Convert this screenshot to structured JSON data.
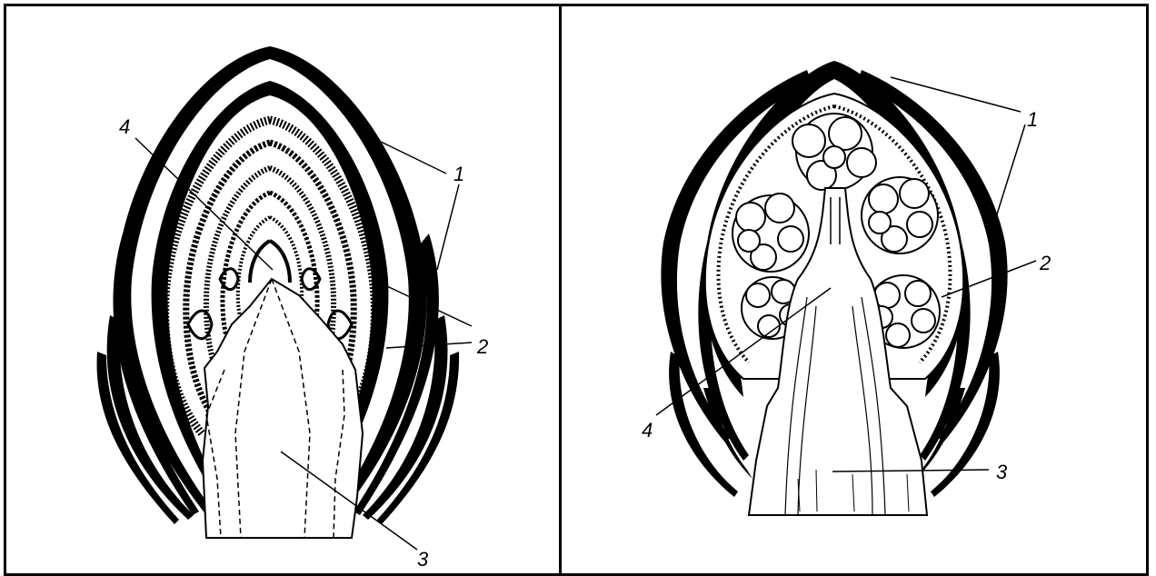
{
  "left_panel": {
    "labels": {
      "l1": "1",
      "l2": "2",
      "l3": "3",
      "l4": "4"
    }
  },
  "right_panel": {
    "labels": {
      "l1": "1",
      "l2": "2",
      "l3": "3",
      "l4": "4"
    }
  }
}
